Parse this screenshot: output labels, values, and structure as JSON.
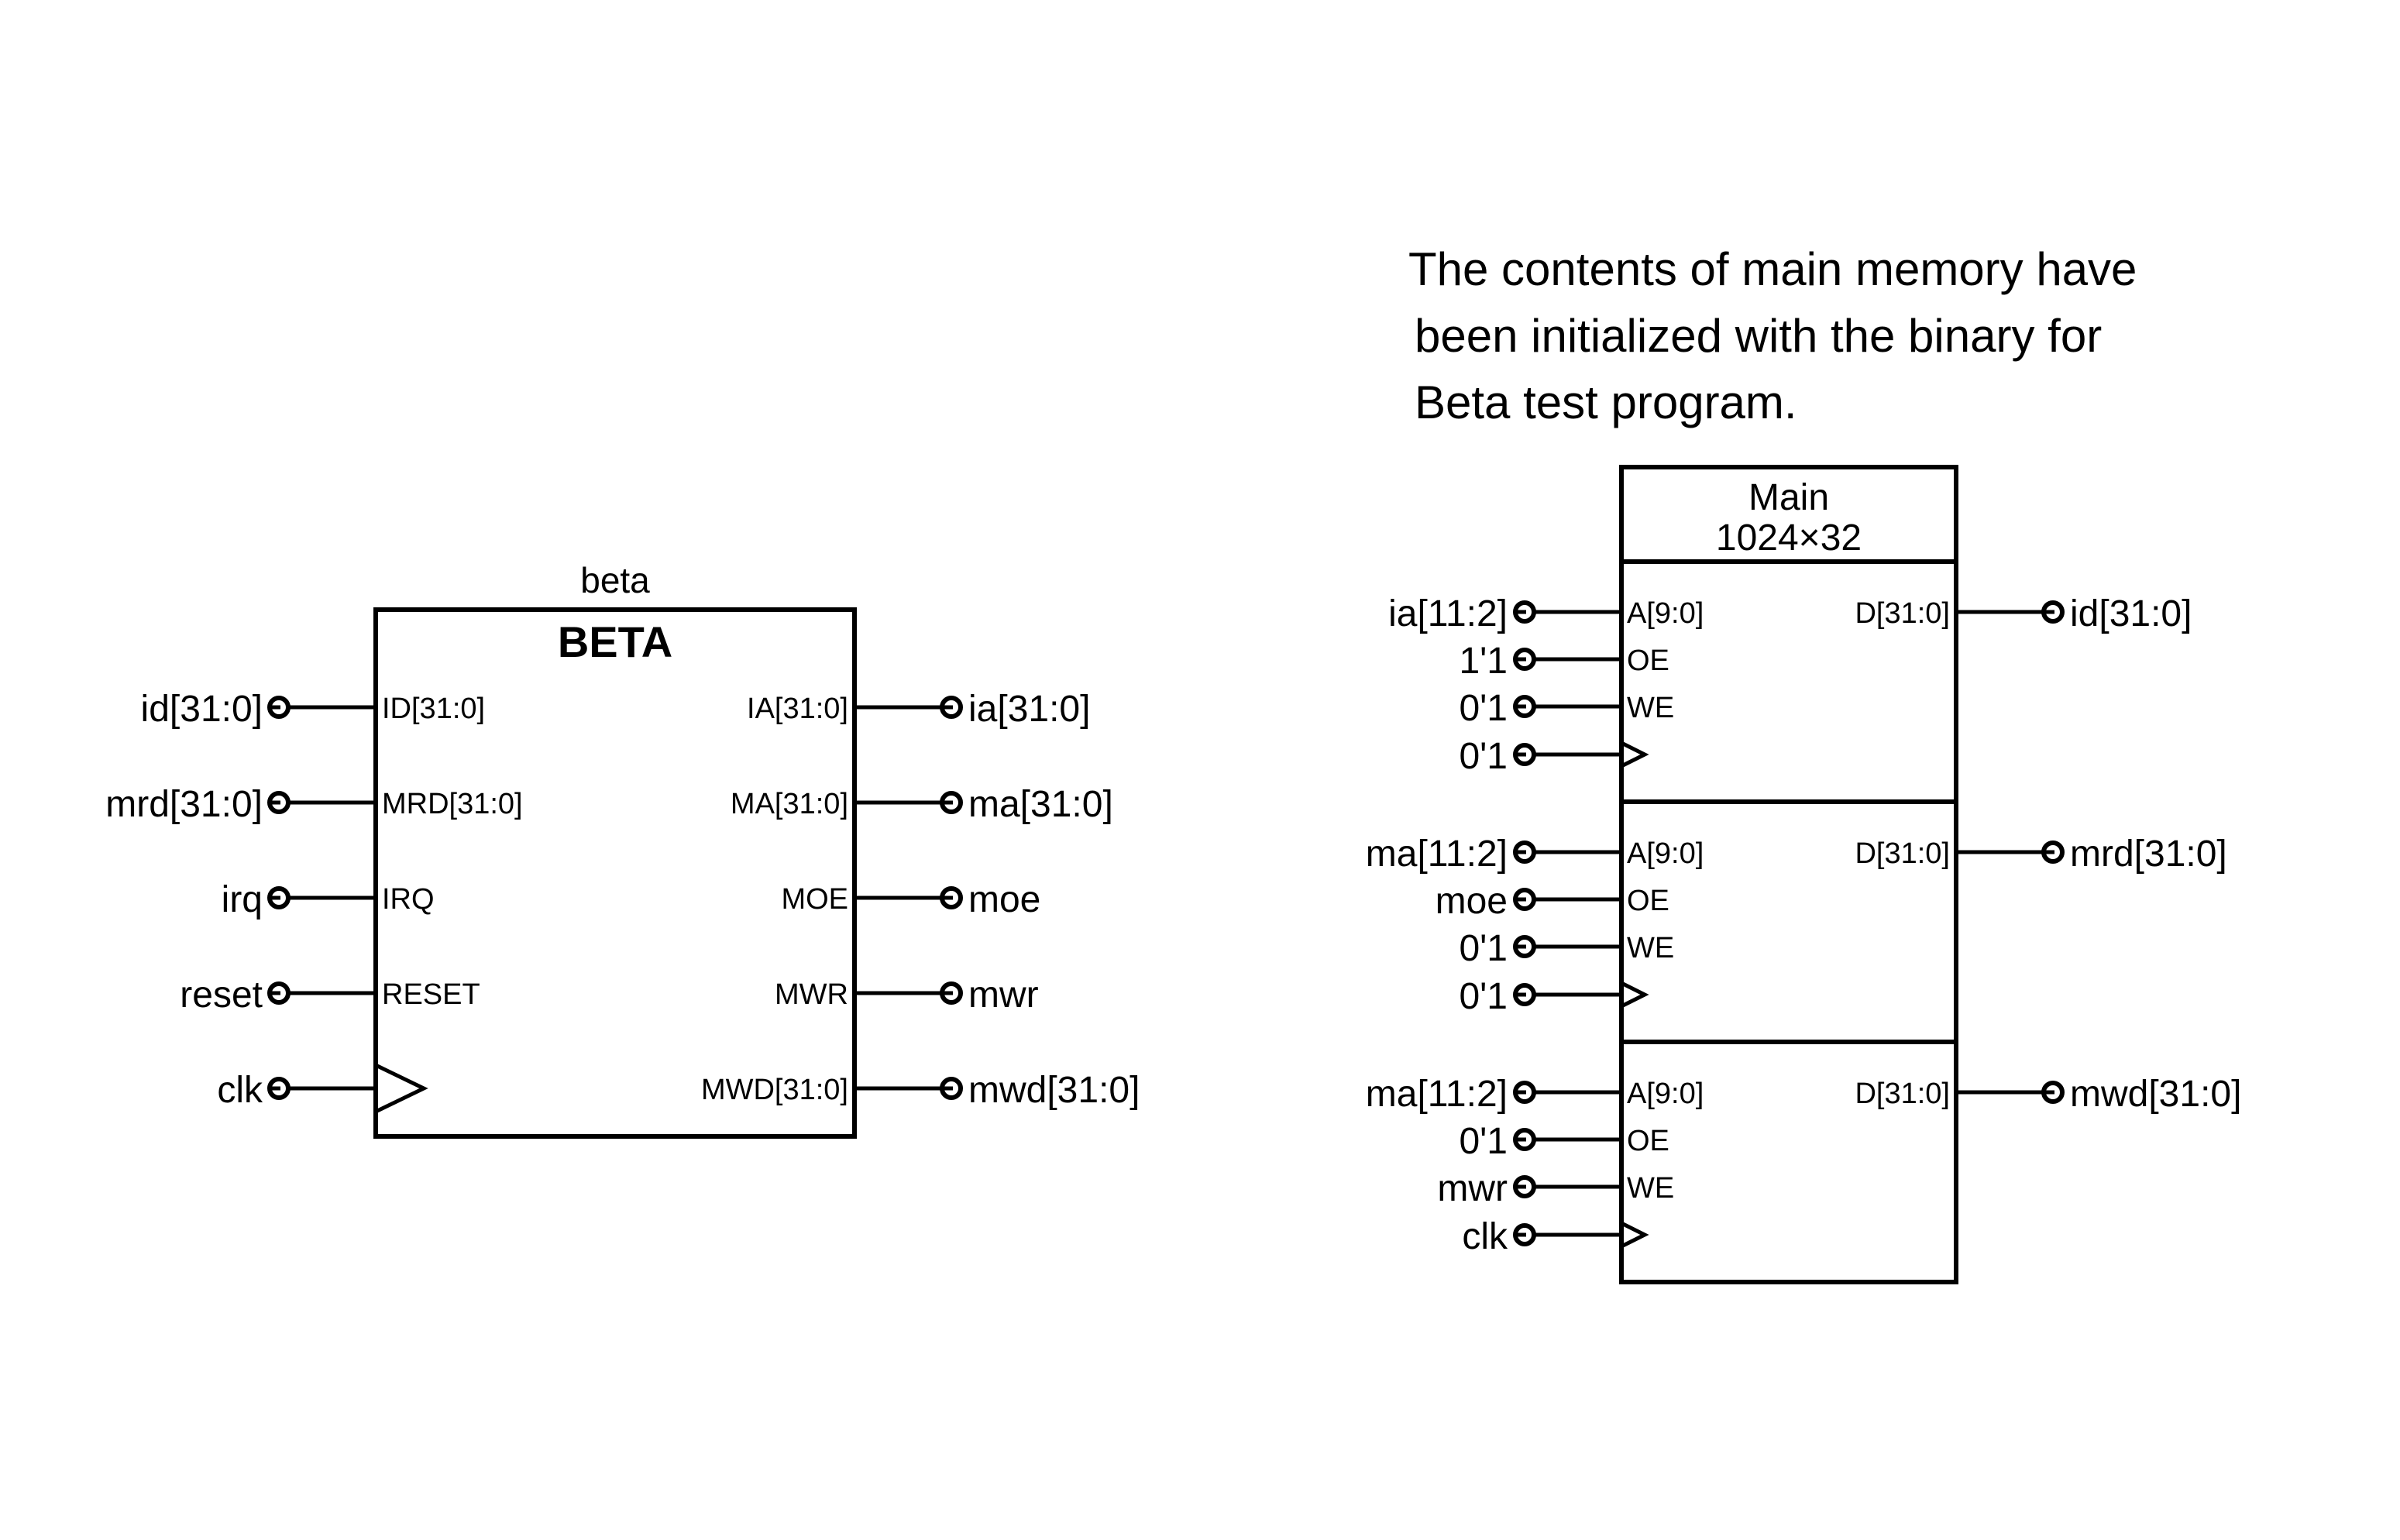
{
  "note": {
    "lines": [
      "The contents of main memory have",
      "been initialized with the binary for",
      "Beta test program."
    ]
  },
  "beta": {
    "instance_name": "beta",
    "module_name": "BETA",
    "inputs": [
      {
        "port": "ID[31:0]",
        "net": "id[31:0]",
        "kind": "pin"
      },
      {
        "port": "MRD[31:0]",
        "net": "mrd[31:0]",
        "kind": "pin"
      },
      {
        "port": "IRQ",
        "net": "irq",
        "kind": "pin"
      },
      {
        "port": "RESET",
        "net": "reset",
        "kind": "pin"
      },
      {
        "port": "",
        "net": "clk",
        "kind": "clock"
      }
    ],
    "outputs": [
      {
        "port": "IA[31:0]",
        "net": "ia[31:0]"
      },
      {
        "port": "MA[31:0]",
        "net": "ma[31:0]"
      },
      {
        "port": "MOE",
        "net": "moe"
      },
      {
        "port": "MWR",
        "net": "mwr"
      },
      {
        "port": "MWD[31:0]",
        "net": "mwd[31:0]"
      }
    ]
  },
  "memory": {
    "name": "Main",
    "size": "1024×32",
    "ports": [
      {
        "inputs": [
          {
            "port": "A[9:0]",
            "net": "ia[11:2]",
            "kind": "pin"
          },
          {
            "port": "OE",
            "net": "1'1",
            "kind": "pin"
          },
          {
            "port": "WE",
            "net": "0'1",
            "kind": "pin"
          },
          {
            "port": "",
            "net": "0'1",
            "kind": "clock"
          }
        ],
        "output": {
          "port": "D[31:0]",
          "net": "id[31:0]"
        }
      },
      {
        "inputs": [
          {
            "port": "A[9:0]",
            "net": "ma[11:2]",
            "kind": "pin"
          },
          {
            "port": "OE",
            "net": "moe",
            "kind": "pin"
          },
          {
            "port": "WE",
            "net": "0'1",
            "kind": "pin"
          },
          {
            "port": "",
            "net": "0'1",
            "kind": "clock"
          }
        ],
        "output": {
          "port": "D[31:0]",
          "net": "mrd[31:0]"
        }
      },
      {
        "inputs": [
          {
            "port": "A[9:0]",
            "net": "ma[11:2]",
            "kind": "pin"
          },
          {
            "port": "OE",
            "net": "0'1",
            "kind": "pin"
          },
          {
            "port": "WE",
            "net": "mwr",
            "kind": "pin"
          },
          {
            "port": "",
            "net": "clk",
            "kind": "clock"
          }
        ],
        "output": {
          "port": "D[31:0]",
          "net": "mwd[31:0]"
        }
      }
    ]
  }
}
